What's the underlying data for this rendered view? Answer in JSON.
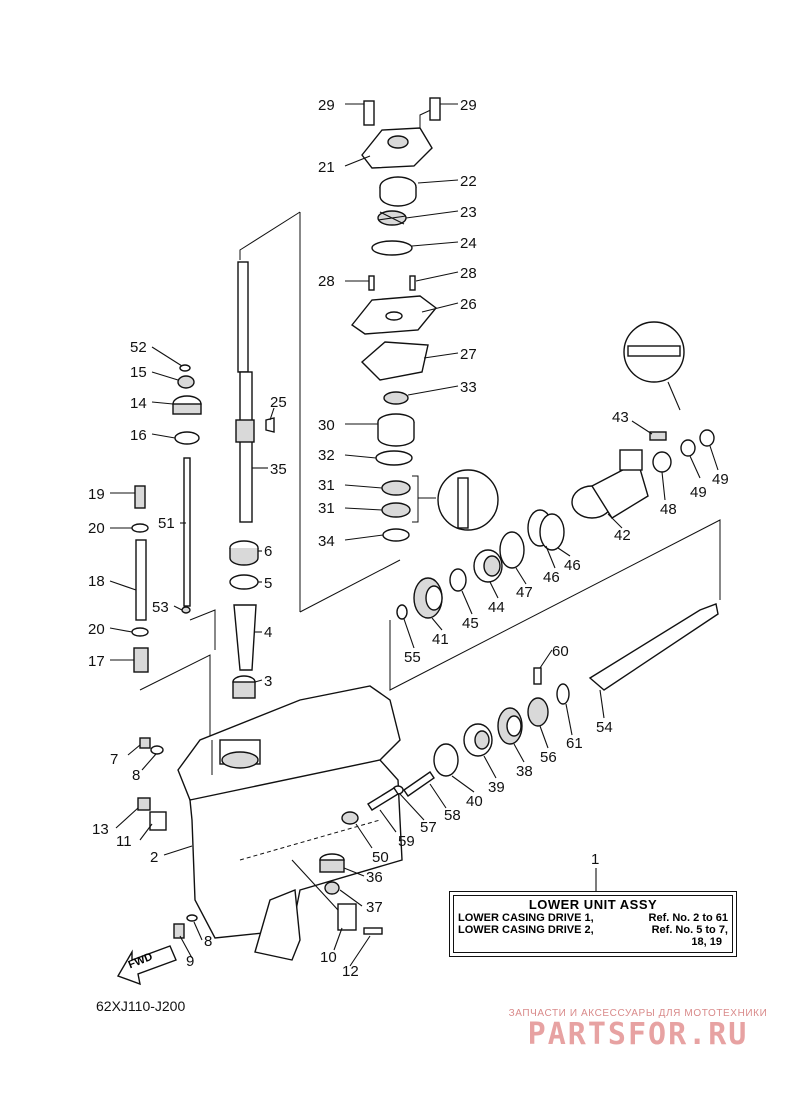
{
  "diagram": {
    "code": "62XJ110-J200",
    "fwd_label": "FWD",
    "callouts": [
      "29",
      "29",
      "21",
      "22",
      "23",
      "24",
      "28",
      "28",
      "26",
      "27",
      "33",
      "30",
      "32",
      "31",
      "31",
      "34",
      "52",
      "15",
      "14",
      "16",
      "25",
      "35",
      "19",
      "20",
      "51",
      "18",
      "6",
      "5",
      "53",
      "20",
      "4",
      "17",
      "3",
      "43",
      "49",
      "49",
      "48",
      "42",
      "46",
      "46",
      "47",
      "44",
      "45",
      "41",
      "55",
      "60",
      "54",
      "61",
      "56",
      "38",
      "39",
      "40",
      "58",
      "57",
      "59",
      "50",
      "36",
      "37",
      "7",
      "8",
      "13",
      "11",
      "2",
      "8",
      "9",
      "10",
      "12",
      "1"
    ]
  },
  "assy": {
    "title": "LOWER UNIT ASSY",
    "row1_name": "LOWER CASING DRIVE 1,",
    "row1_ref": "Ref. No. 2 to 61",
    "row2_name": "LOWER CASING DRIVE 2,",
    "row2_ref": "Ref. No. 5 to 7,",
    "row2_cont": "18, 19"
  },
  "watermark": {
    "top": "ЗАПЧАСТИ И АКСЕССУАРЫ ДЛЯ МОТОТЕХНИКИ",
    "brand": "PARTSFOR.RU"
  }
}
